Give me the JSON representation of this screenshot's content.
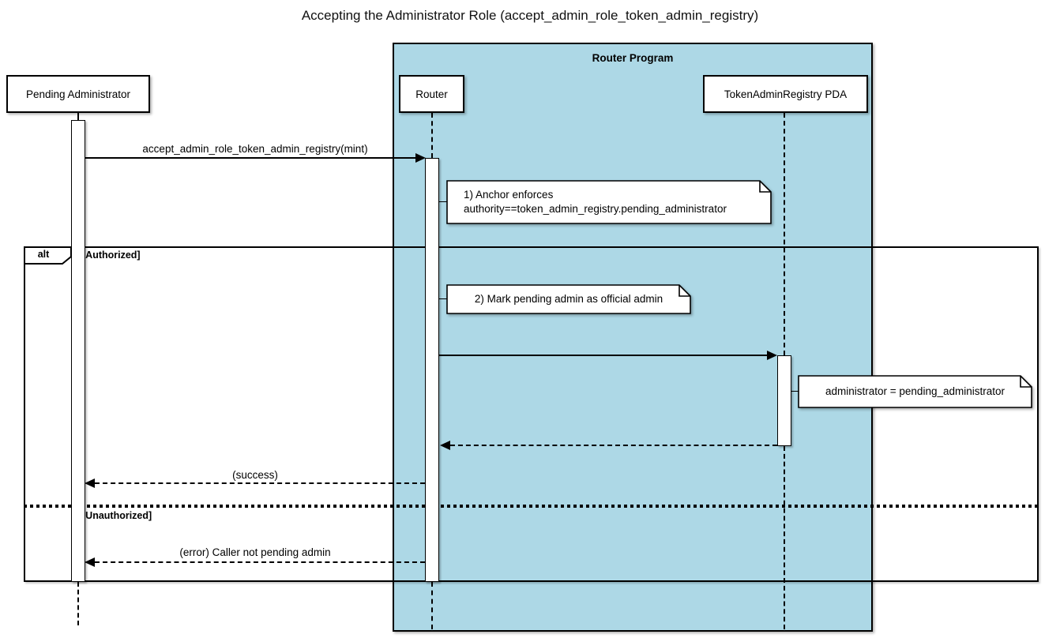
{
  "title": "Accepting the Administrator Role (accept_admin_role_token_admin_registry)",
  "container": {
    "label": "Router Program",
    "fill": "#ADD8E6"
  },
  "participants": [
    {
      "name": "Pending Administrator"
    },
    {
      "name": "Router"
    },
    {
      "name": "TokenAdminRegistry PDA"
    }
  ],
  "messages": [
    {
      "from": "Pending Administrator",
      "to": "Router",
      "label": "accept_admin_role_token_admin_registry(mint)",
      "style": "solid"
    },
    {
      "from": "Router",
      "to": "TokenAdminRegistry PDA",
      "label": "",
      "style": "solid"
    },
    {
      "from": "TokenAdminRegistry PDA",
      "to": "Router",
      "label": "",
      "style": "dashed"
    },
    {
      "from": "Router",
      "to": "Pending Administrator",
      "label": "(success)",
      "style": "dashed"
    },
    {
      "from": "Router",
      "to": "Pending Administrator",
      "label": "(error) Caller not pending admin",
      "style": "dashed"
    }
  ],
  "notes": [
    {
      "lines": [
        "1) Anchor enforces",
        "authority==token_admin_registry.pending_administrator"
      ]
    },
    {
      "lines": [
        "2) Mark pending admin as official admin"
      ]
    },
    {
      "lines": [
        "administrator = pending_administrator"
      ]
    }
  ],
  "alt_frame": {
    "operator": "alt",
    "guards": [
      "[Authorized]",
      "[Unauthorized]"
    ]
  },
  "colors": {
    "container_fill": "#ADD8E6",
    "line": "#000000",
    "note_fill": "#FFFFFF",
    "background": "#FFFFFF"
  }
}
